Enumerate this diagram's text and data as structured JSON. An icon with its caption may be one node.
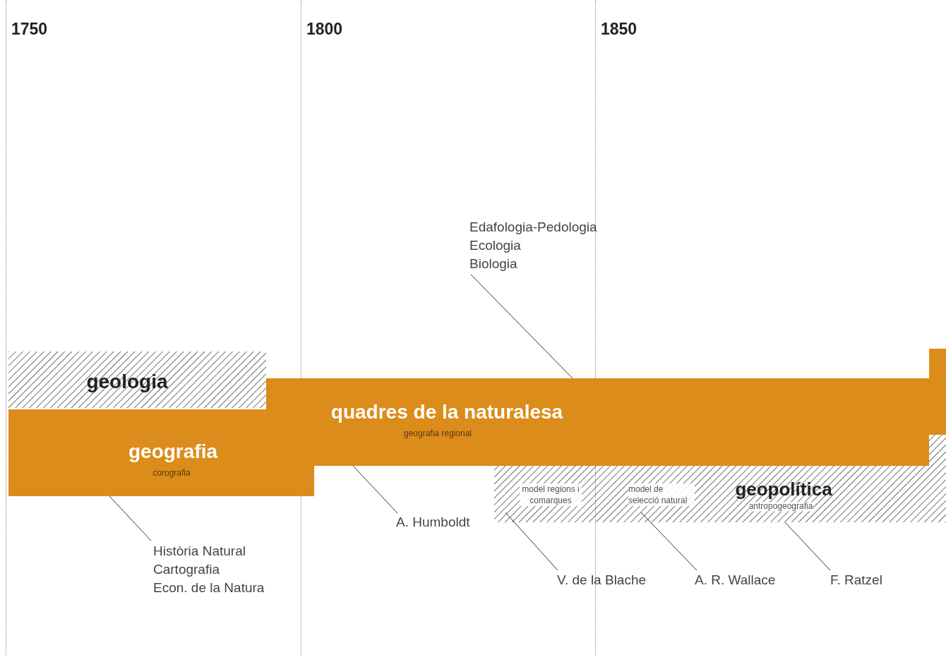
{
  "diagram": {
    "nodes": [
      {
        "text": [
          "geologia"
        ]
      },
      {
        "text": [
          "geografia",
          "corografia"
        ]
      },
      {
        "text": [
          "quadres de la naturalesa",
          "geografia regional"
        ]
      },
      {
        "text": [
          "geopolítica",
          "antropogeografia"
        ]
      },
      {
        "text": [
          "model regions i comarques"
        ],
        "in": 3
      },
      {
        "text": [
          "model de selecció natural"
        ],
        "in": 3
      },
      {
        "text": [
          "Edafologia-Pedologia",
          "Ecologia",
          "Biologia"
        ]
      },
      {
        "text": [
          "Història Natural",
          "Cartografia",
          "Econ. de la Natura"
        ]
      },
      {
        "text": [
          "A. Humboldt"
        ]
      },
      {
        "text": [
          "V. de la Blache"
        ]
      },
      {
        "text": [
          "A. R. Wallace"
        ]
      },
      {
        "text": [
          "F. Ratzel"
        ]
      }
    ],
    "edges": [
      {
        "from": 6,
        "to": 2,
        "arrow": "none"
      },
      {
        "from": 7,
        "to": 1,
        "arrow": "none"
      },
      {
        "from": 8,
        "to": 2,
        "arrow": "none"
      },
      {
        "from": 9,
        "to": 4,
        "arrow": "none"
      },
      {
        "from": 10,
        "to": 5,
        "arrow": "none"
      },
      {
        "from": 11,
        "to": 3,
        "arrow": "none"
      }
    ],
    "labels": [
      "1750",
      "1800",
      "1850"
    ]
  }
}
